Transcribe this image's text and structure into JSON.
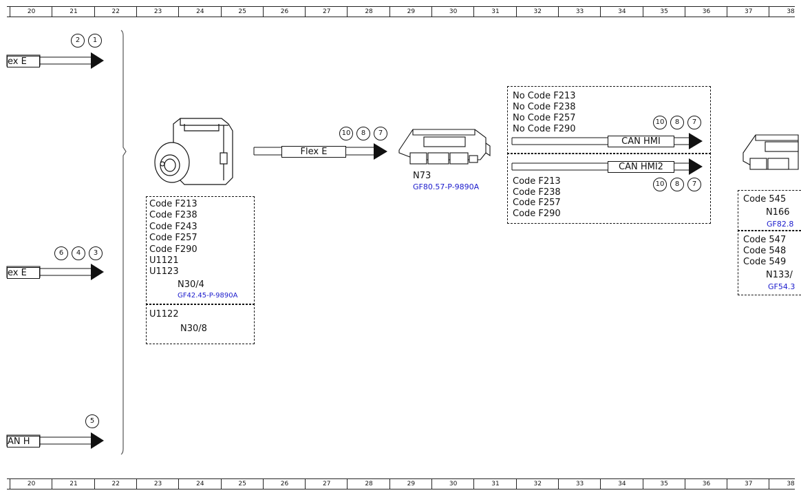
{
  "ruler": {
    "labels": [
      "20",
      "21",
      "22",
      "23",
      "24",
      "25",
      "26",
      "27",
      "28",
      "29",
      "30",
      "31",
      "32",
      "33",
      "34",
      "35",
      "36",
      "37",
      "38"
    ]
  },
  "left_signals": [
    {
      "label": "ex E",
      "markers": [
        "2",
        "1"
      ]
    },
    {
      "label": "ex E",
      "markers": [
        "6",
        "4",
        "3"
      ]
    },
    {
      "label": "AN H",
      "markers": [
        "5"
      ]
    }
  ],
  "camera_group": {
    "codes": [
      "Code F213",
      "Code F238",
      "Code F243",
      "Code F257",
      "Code F290",
      "U1121",
      "U1123"
    ],
    "component": "N30/4",
    "reference": "GF42.45-P-9890A",
    "alt_code": "U1122",
    "alt_component": "N30/8"
  },
  "flex_link": {
    "label": "Flex E",
    "markers": [
      "10",
      "8",
      "7"
    ]
  },
  "ecu": {
    "component": "N73",
    "reference": "GF80.57-P-9890A"
  },
  "can_group": {
    "no_codes": [
      "No Code F213",
      "No Code F238",
      "No Code F257",
      "No Code F290"
    ],
    "line1": {
      "label": "CAN HMI",
      "markers": [
        "10",
        "8",
        "7"
      ]
    },
    "line2": {
      "label": "CAN HMI2",
      "markers": [
        "10",
        "8",
        "7"
      ]
    },
    "codes": [
      "Code F213",
      "Code F238",
      "Code F257",
      "Code F290"
    ]
  },
  "right_group": {
    "code_top": "Code 545",
    "component_top": "N166",
    "reference_top": "GF82.8",
    "codes": [
      "Code 547",
      "Code 548",
      "Code 549"
    ],
    "component_bottom": "N133/",
    "reference_bottom": "GF54.3"
  }
}
